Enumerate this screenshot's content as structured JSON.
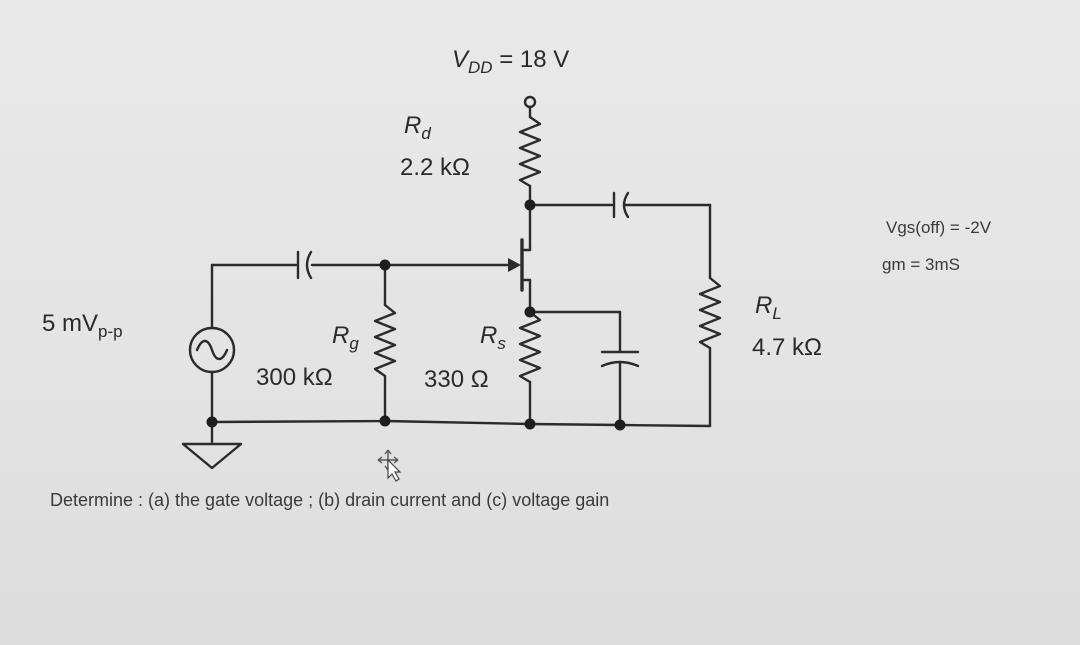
{
  "supply": {
    "prefix": "V",
    "sub": "DD",
    "value": "= 18 V"
  },
  "rd": {
    "symbol": "R",
    "sub": "d",
    "value": "2.2 kΩ"
  },
  "source": {
    "main": "5 mV",
    "sub": "p-p"
  },
  "rg": {
    "symbol": "R",
    "sub": "g",
    "value": "300 kΩ"
  },
  "rs": {
    "symbol": "R",
    "sub": "s",
    "value": "330 Ω"
  },
  "rl": {
    "symbol": "R",
    "sub": "L",
    "value": "4.7 kΩ"
  },
  "params": {
    "vgs_off": "Vgs(off) = -2V",
    "gm": "gm = 3mS"
  },
  "question": "Determine : (a) the gate voltage ; (b) drain current and (c) voltage gain"
}
